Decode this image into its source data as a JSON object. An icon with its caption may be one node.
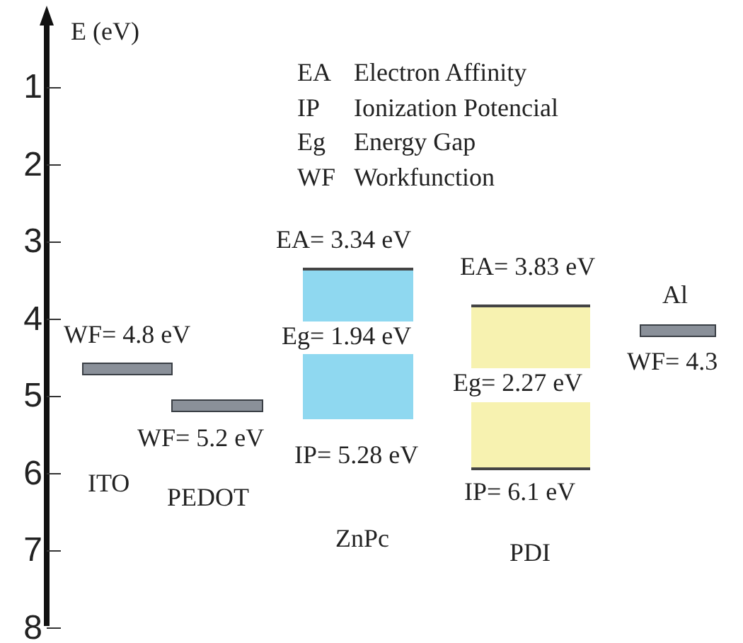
{
  "diagram": {
    "nodes": [
      {
        "text": [],
        "shape": "bar",
        "beside": [
          "WF= 4.8 eV",
          "ITO"
        ]
      },
      {
        "text": [],
        "shape": "bar",
        "beside": [
          "WF= 5.2 eV",
          "PEDOT"
        ]
      },
      {
        "text": [],
        "shape": "box",
        "beside": [
          "EA= 3.34 eV",
          "Eg= 1.94 eV"
        ]
      },
      {
        "text": [],
        "shape": "box",
        "beside": [
          "IP= 5.28 eV",
          "ZnPc"
        ]
      },
      {
        "text": [],
        "shape": "box",
        "beside": [
          "EA= 3.83 eV",
          "Eg= 2.27 eV"
        ]
      },
      {
        "text": [],
        "shape": "box",
        "beside": [
          "IP= 6.1 eV",
          "PDI"
        ]
      },
      {
        "text": [],
        "shape": "bar",
        "beside": [
          "Al",
          "WF= 4.3"
        ]
      }
    ],
    "labels": [
      "E (eV)",
      "1",
      "2",
      "3",
      "4",
      "5",
      "6",
      "7",
      "8",
      "EA",
      "Electron Affinity",
      "IP",
      "Ionization Potencial",
      "Eg",
      "Energy Gap",
      "WF",
      "Workfunction"
    ]
  }
}
